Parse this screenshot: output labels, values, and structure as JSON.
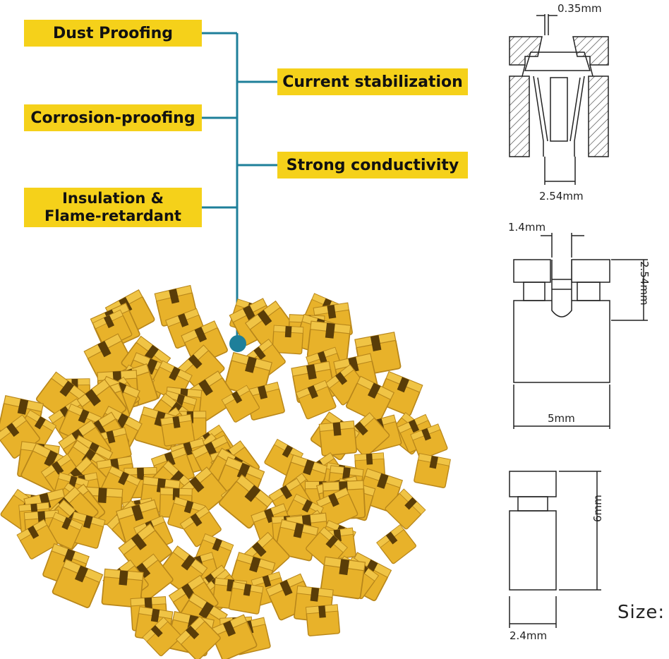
{
  "features": {
    "dust_proofing": "Dust Proofing",
    "corrosion_proofing": "Corrosion-proofing",
    "insulation": "Insulation &\nFlame-retardant",
    "current_stabilization": "Current stabilization",
    "strong_conductivity": "Strong conductivity"
  },
  "dimensions": {
    "wall_gap": "0.35mm",
    "pitch_top": "2.54mm",
    "slot_width": "1.4mm",
    "height_side": "2.54mm",
    "width": "5mm",
    "length": "6mm",
    "thickness": "2.4mm"
  },
  "size_label": "Size:",
  "colors": {
    "label_bg": "#f5d11a",
    "connector_line": "#1e7f9a",
    "jumper_body": "#e8b22a",
    "jumper_dark": "#b8861a"
  },
  "photo": {
    "subject": "pile of yellow 2.54mm jumper caps"
  }
}
